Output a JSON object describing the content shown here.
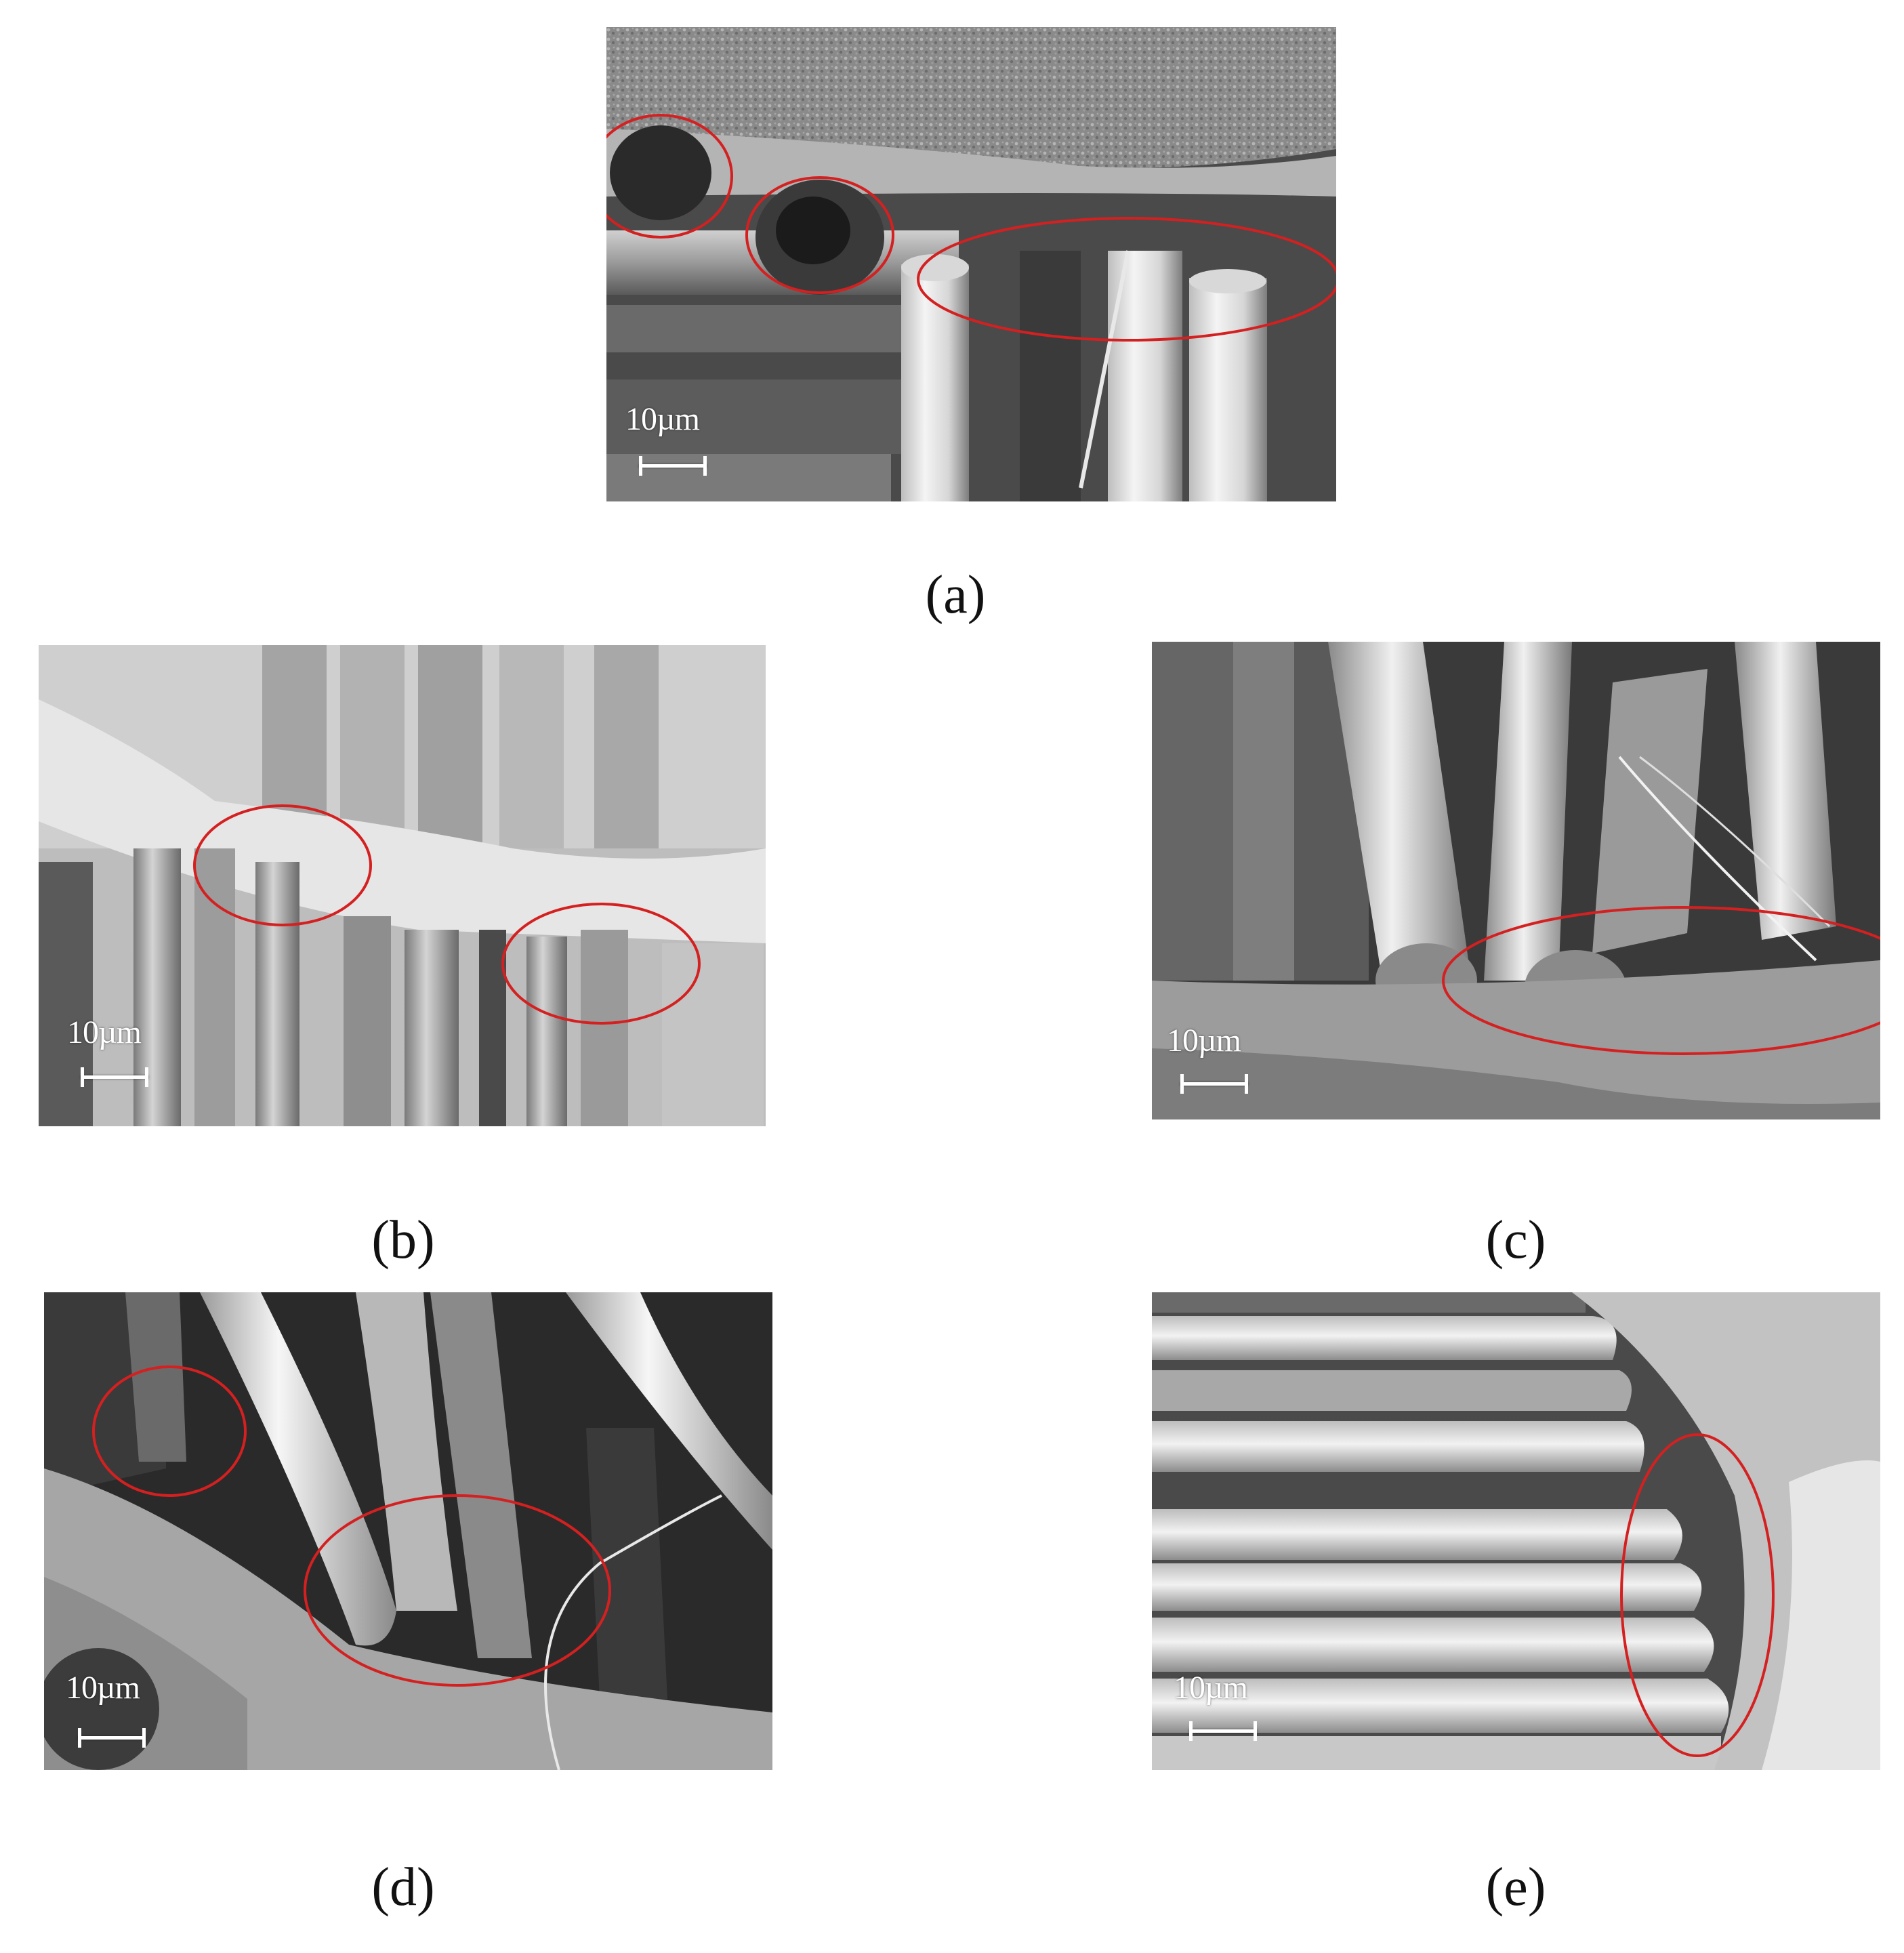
{
  "panels": [
    {
      "id": "a",
      "caption": "(a)",
      "scale_label": "10µm"
    },
    {
      "id": "b",
      "caption": "(b)",
      "scale_label": "10µm"
    },
    {
      "id": "c",
      "caption": "(c)",
      "scale_label": "10µm"
    },
    {
      "id": "d",
      "caption": "(d)",
      "scale_label": "10µm"
    },
    {
      "id": "e",
      "caption": "(e)",
      "scale_label": "10µm"
    }
  ],
  "colors": {
    "highlight_ellipse": "#d42020",
    "sem_dark": "#2e2e2e",
    "sem_light": "#e6e6e6"
  }
}
